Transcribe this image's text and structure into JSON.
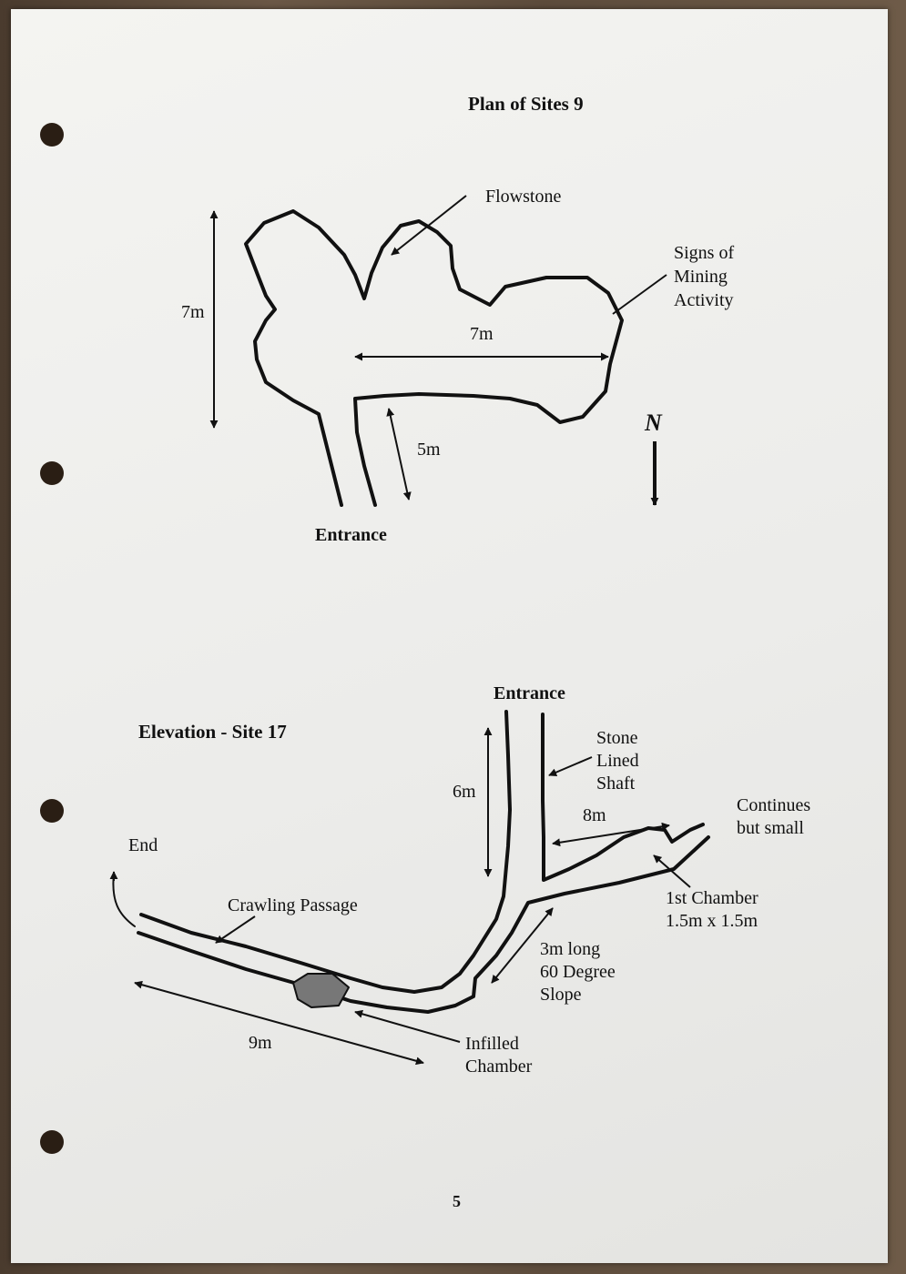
{
  "plan": {
    "title": "Plan of Sites 9",
    "flowstone": "Flowstone",
    "mining_lines": [
      "Signs of",
      "Mining",
      "Activity"
    ],
    "dim_vertical": "7m",
    "dim_horizontal": "7m",
    "dim_passage": "5m",
    "north": "N",
    "entrance": "Entrance"
  },
  "elevation": {
    "title": "Elevation - Site 17",
    "entrance": "Entrance",
    "shaft_lines": [
      "Stone",
      "Lined",
      "Shaft"
    ],
    "dim_shaft": "6m",
    "dim_chamber": "8m",
    "continues_lines": [
      "Continues",
      "but small"
    ],
    "end": "End",
    "crawling": "Crawling Passage",
    "chamber_lines": [
      "1st Chamber",
      "1.5m x 1.5m"
    ],
    "slope_lines": [
      "3m long",
      "60 Degree",
      "Slope"
    ],
    "dim_passage": "9m",
    "infilled_lines": [
      "Infilled",
      "Chamber"
    ]
  },
  "page_number": "5",
  "colors": {
    "ink": "#111111",
    "paper": "#f2f2ef",
    "infill": "#777777"
  }
}
